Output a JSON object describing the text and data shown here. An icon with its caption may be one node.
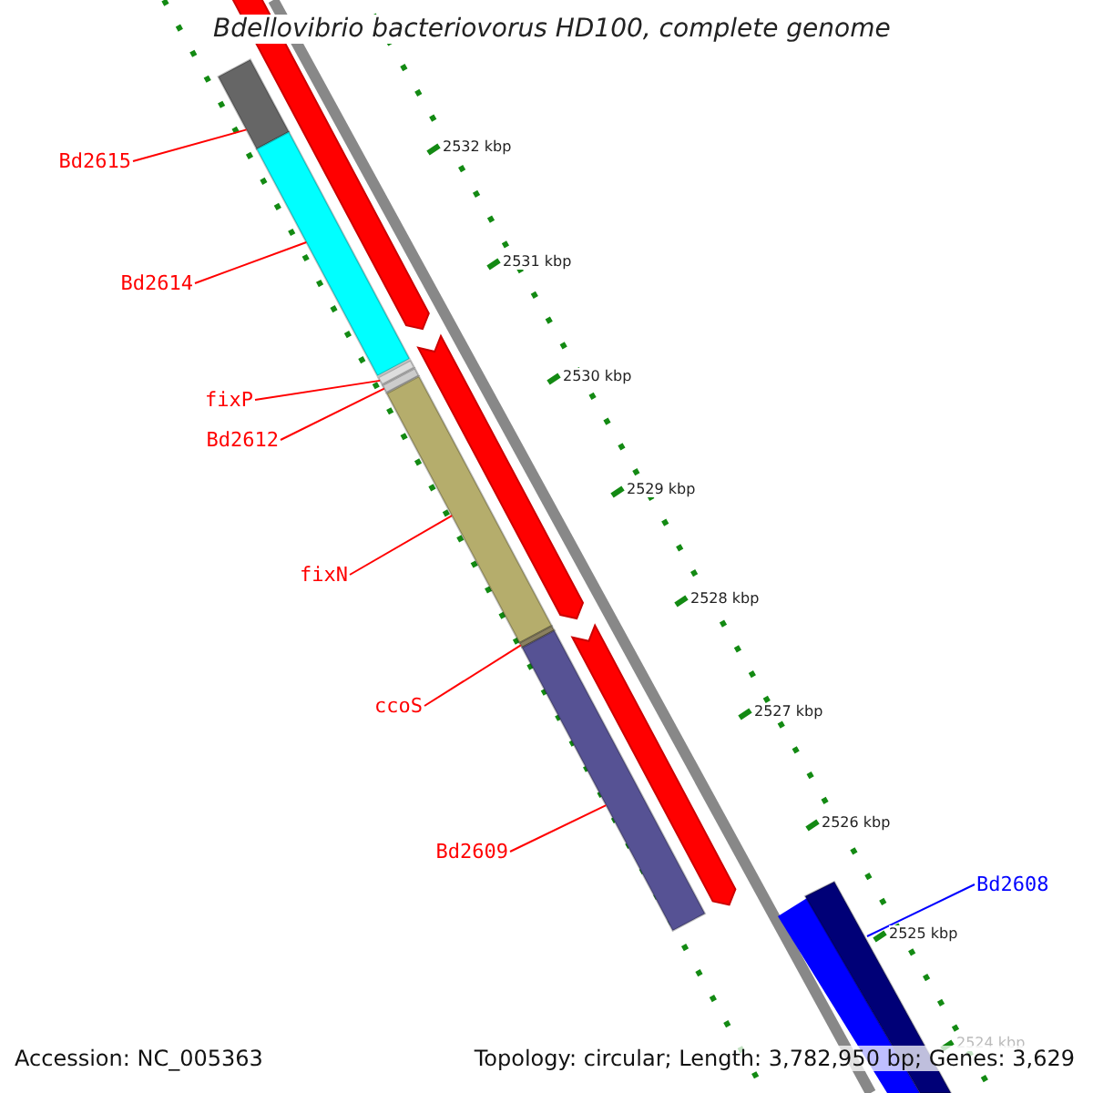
{
  "diagram": {
    "title": "Bdellovibrio bacteriovorus HD100, complete genome",
    "nodes": [
      {
        "text": [
          "Bd2615"
        ]
      },
      {
        "text": [],
        "shape": "bar"
      },
      {
        "text": [
          "Bd2614"
        ]
      },
      {
        "text": [],
        "shape": "bar"
      },
      {
        "text": [
          "fixP"
        ]
      },
      {
        "text": [],
        "shape": "bar"
      },
      {
        "text": [
          "Bd2612"
        ]
      },
      {
        "text": [],
        "shape": "bar"
      },
      {
        "text": [
          "fixN"
        ]
      },
      {
        "text": [],
        "shape": "bar"
      },
      {
        "text": [
          "ccoS"
        ]
      },
      {
        "text": [],
        "shape": "bar"
      },
      {
        "text": [
          "Bd2609"
        ]
      },
      {
        "text": [],
        "shape": "bar"
      },
      {
        "text": [
          "Bd2608"
        ]
      },
      {
        "text": [],
        "shape": "bar"
      }
    ],
    "edges": [
      {
        "from": 0,
        "to": 1,
        "arrow": "none"
      },
      {
        "from": 2,
        "to": 3,
        "arrow": "none"
      },
      {
        "from": 4,
        "to": 5,
        "arrow": "none"
      },
      {
        "from": 6,
        "to": 7,
        "arrow": "none"
      },
      {
        "from": 8,
        "to": 9,
        "arrow": "none"
      },
      {
        "from": 10,
        "to": 11,
        "arrow": "none"
      },
      {
        "from": 12,
        "to": 13,
        "arrow": "none"
      },
      {
        "from": 14,
        "to": 15,
        "arrow": "none",
        "color": "#0000ff"
      }
    ],
    "labels": [
      "2532 kbp",
      "2531 kbp",
      "2530 kbp",
      "2529 kbp",
      "2528 kbp",
      "2527 kbp",
      "2526 kbp",
      "2525 kbp",
      "2524 kbp",
      "Accession: NC_005363",
      "Topology: circular; Length: 3,782,950 bp; Genes: 3,629"
    ]
  }
}
